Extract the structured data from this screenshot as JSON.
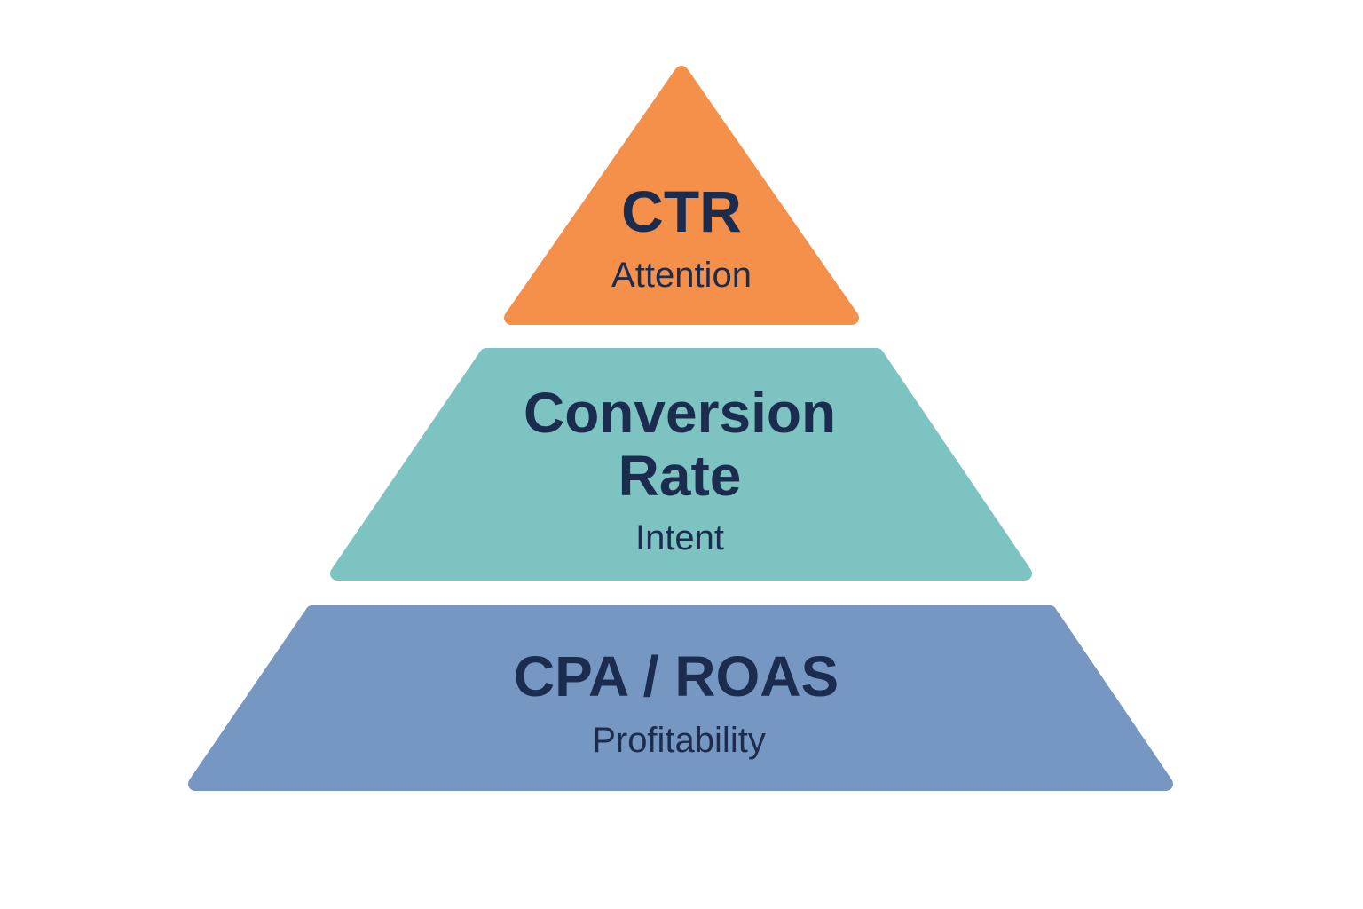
{
  "pyramid": {
    "tiers": [
      {
        "title_lines": [
          "CTR"
        ],
        "subtitle": "Attention",
        "color": "#f5904a"
      },
      {
        "title_lines": [
          "Conversion",
          "Rate"
        ],
        "subtitle": "Intent",
        "color": "#7cc3c1"
      },
      {
        "title_lines": [
          "CPA / ROAS"
        ],
        "subtitle": "Profitability",
        "color": "#7697c2"
      }
    ],
    "text_color": "#1c2c4e"
  }
}
